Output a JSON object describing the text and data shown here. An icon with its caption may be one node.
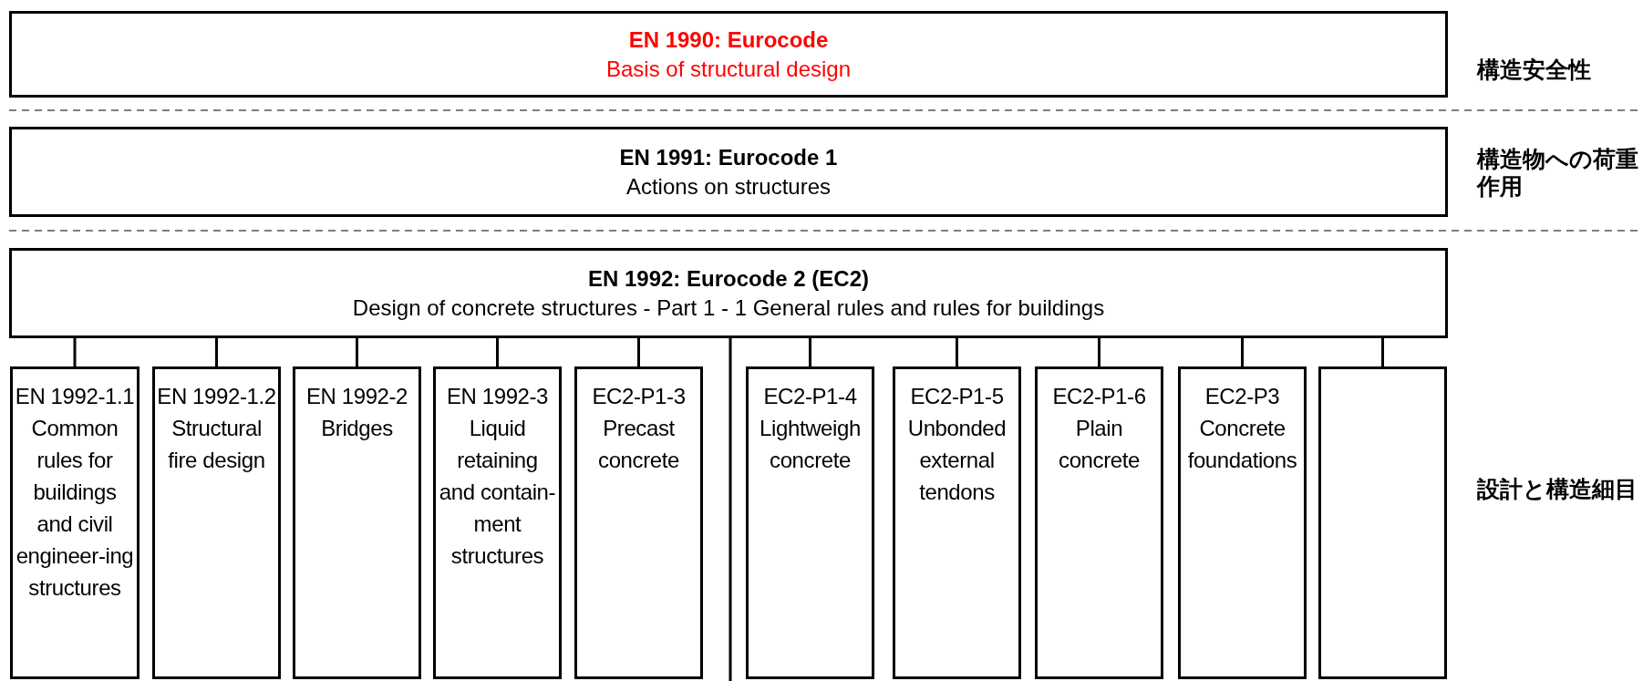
{
  "diagram": {
    "nodes": [
      {
        "text": [
          "EN 1990: Eurocode",
          "Basis of structural design"
        ]
      },
      {
        "text": [
          "EN 1991: Eurocode 1",
          "Actions on structures"
        ]
      },
      {
        "text": [
          "EN 1992: Eurocode 2 (EC2)",
          "Design of concrete structures - Part 1 - 1 General rules and rules for buildings"
        ]
      },
      {
        "text": [
          "EN 1992-1.1 Common rules for buildings and civil engineer-ing structures"
        ]
      },
      {
        "text": [
          "EN 1992-1.2 Structural fire design"
        ]
      },
      {
        "text": [
          "EN 1992-2 Bridges"
        ]
      },
      {
        "text": [
          "EN 1992-3 Liquid retaining and contain-ment structures"
        ]
      },
      {
        "text": [
          "EC2-P1-3 Precast concrete"
        ]
      },
      {
        "text": [
          "EC2-P1-4 Lightweigh concrete"
        ]
      },
      {
        "text": [
          "EC2-P1-5 Unbonded external tendons"
        ]
      },
      {
        "text": [
          "EC2-P1-6 Plain concrete"
        ]
      },
      {
        "text": [
          "EC2-P3 Concrete foundations"
        ]
      },
      {
        "text": [],
        "shape": "box"
      }
    ],
    "edges": [
      {
        "from": 2,
        "to": 3,
        "arrow": "none"
      },
      {
        "from": 2,
        "to": 4,
        "arrow": "none"
      },
      {
        "from": 2,
        "to": 5,
        "arrow": "none"
      },
      {
        "from": 2,
        "to": 6,
        "arrow": "none"
      },
      {
        "from": 2,
        "to": 7,
        "arrow": "none"
      },
      {
        "from": 2,
        "to": 8,
        "arrow": "none"
      },
      {
        "from": 2,
        "to": 9,
        "arrow": "none"
      },
      {
        "from": 2,
        "to": 10,
        "arrow": "none"
      },
      {
        "from": 2,
        "to": 11,
        "arrow": "none"
      },
      {
        "from": 2,
        "to": 12,
        "arrow": "none"
      }
    ],
    "labels": [
      "構造安全性",
      "構造物への荷重作用",
      "設計と構造細目"
    ]
  }
}
